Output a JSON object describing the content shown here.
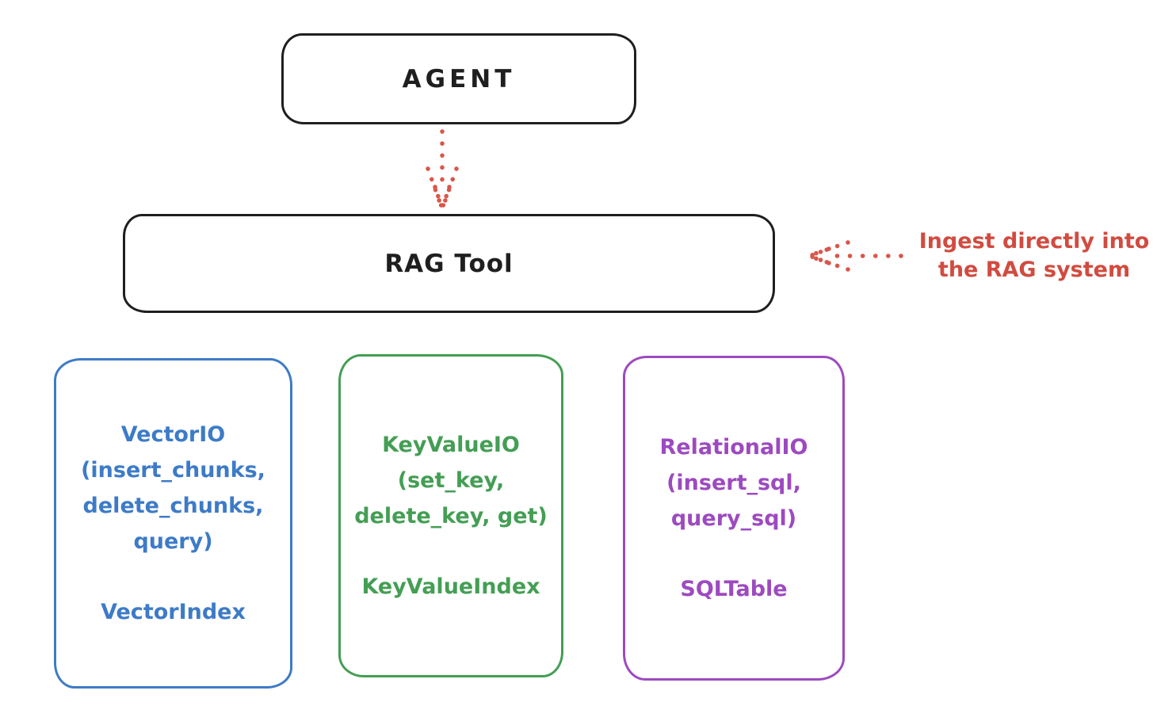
{
  "agent": {
    "label": "AGENT"
  },
  "rag_tool": {
    "label": "RAG Tool"
  },
  "annotation": {
    "line1": "Ingest directly into",
    "line2": "the RAG system"
  },
  "boxes": [
    {
      "name": "vector-io",
      "lines": [
        "VectorIO",
        "(insert_chunks,",
        "delete_chunks,",
        "query)"
      ],
      "index": "VectorIndex",
      "color": "#3d7bc7"
    },
    {
      "name": "keyvalue-io",
      "lines": [
        "KeyValueIO",
        "(set_key,",
        "delete_key, get)"
      ],
      "index": "KeyValueIndex",
      "color": "#449e54"
    },
    {
      "name": "relational-io",
      "lines": [
        "RelationalIO",
        "(insert_sql,",
        "query_sql)"
      ],
      "index": "SQLTable",
      "color": "#9d4ac0"
    }
  ],
  "colors": {
    "stroke": "#1f1f1f",
    "annotation_red": "#d14b40",
    "background": "#ffffff"
  }
}
